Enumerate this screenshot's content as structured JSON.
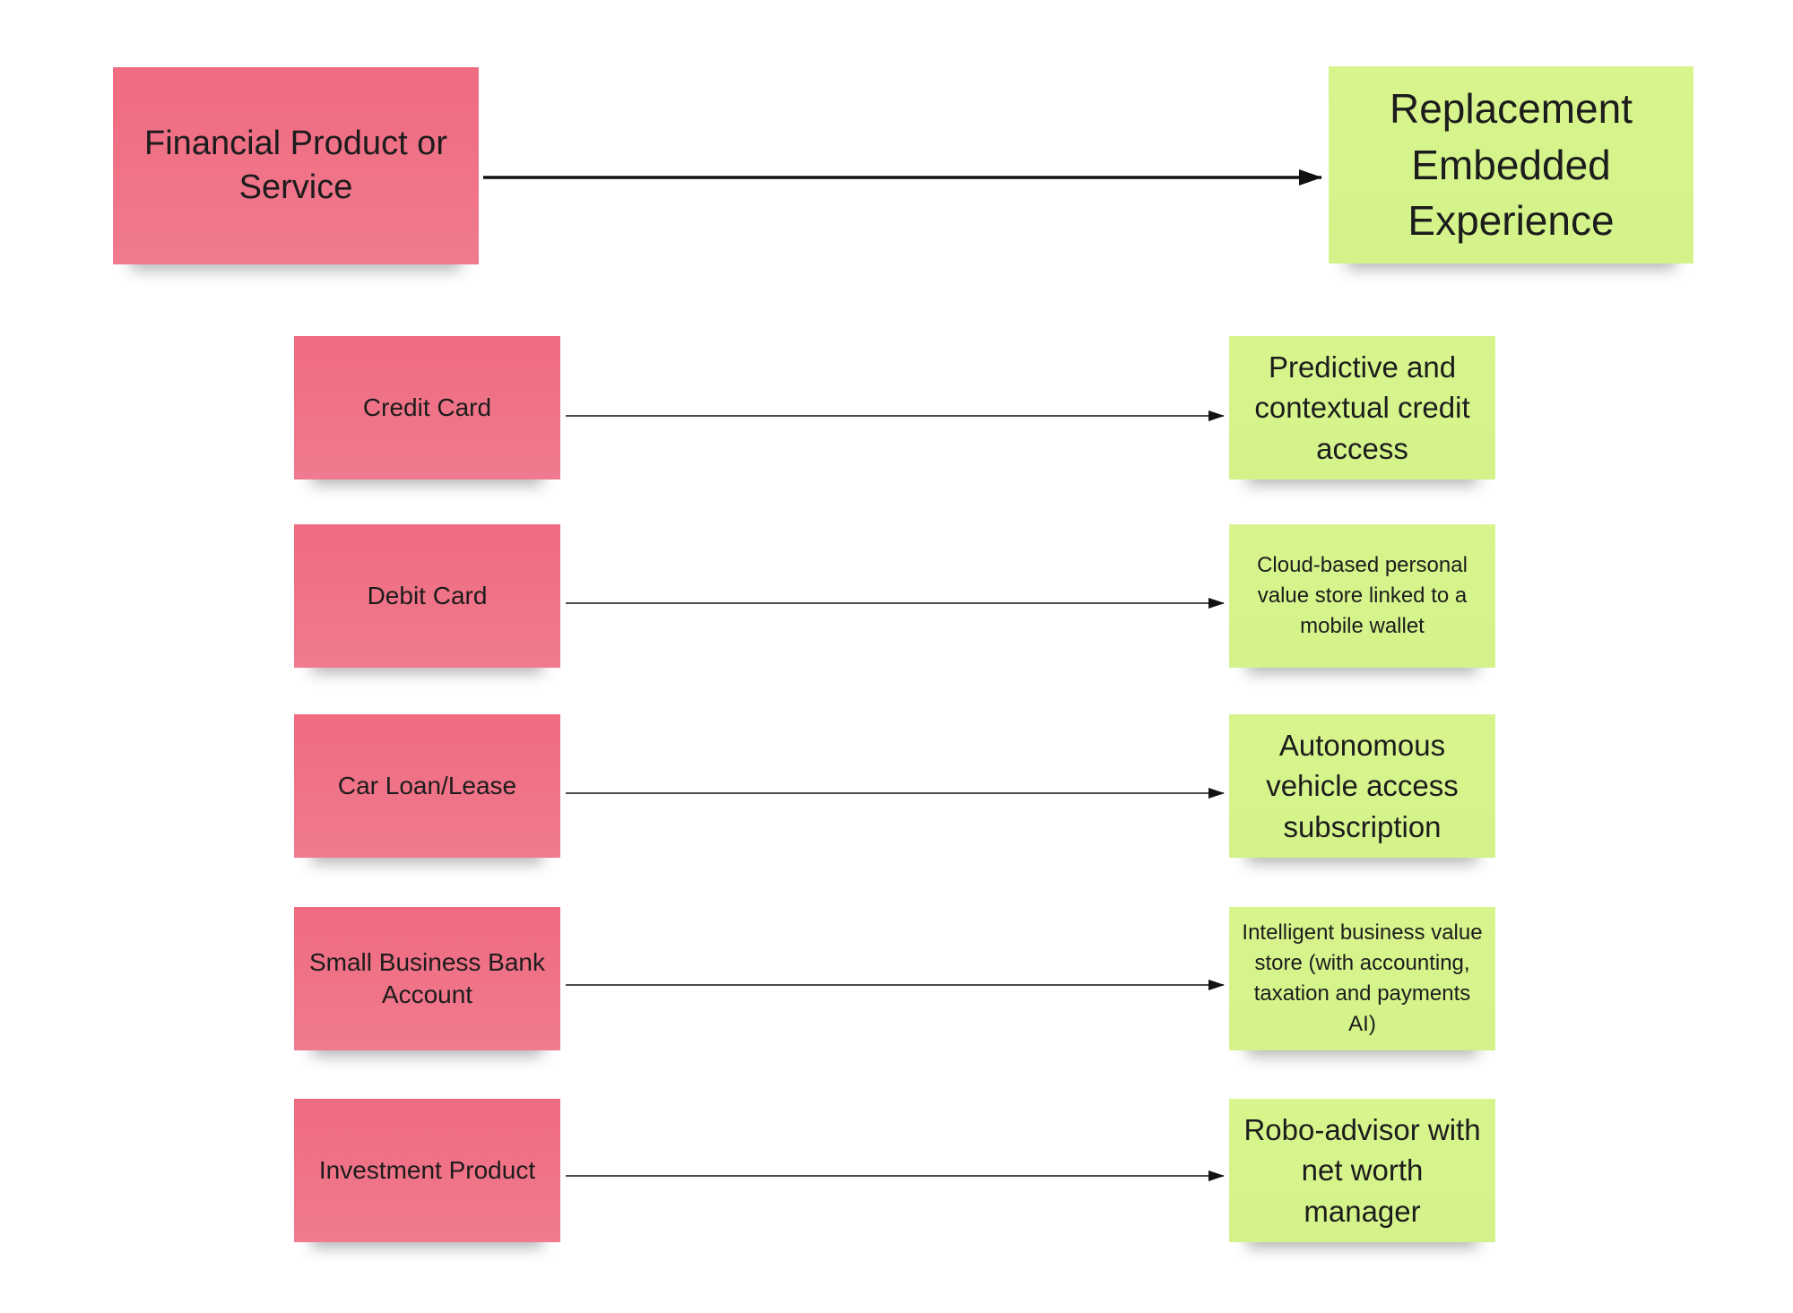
{
  "headers": {
    "left": "Financial Product or Service",
    "right": "Replacement Embedded Experience"
  },
  "rows": [
    {
      "product": "Credit Card",
      "replacement": "Predictive and contextual credit access"
    },
    {
      "product": "Debit Card",
      "replacement": "Cloud-based personal value store linked to a mobile wallet"
    },
    {
      "product": "Car Loan/Lease",
      "replacement": "Autonomous vehicle access subscription"
    },
    {
      "product": "Small Business Bank Account",
      "replacement": "Intelligent business value store (with accounting, taxation and payments AI)"
    },
    {
      "product": "Investment Product",
      "replacement": "Robo-advisor with net worth manager"
    }
  ],
  "colors": {
    "product_note": "#ef6b81",
    "replacement_note": "#d6f48b",
    "arrow": "#111111"
  }
}
